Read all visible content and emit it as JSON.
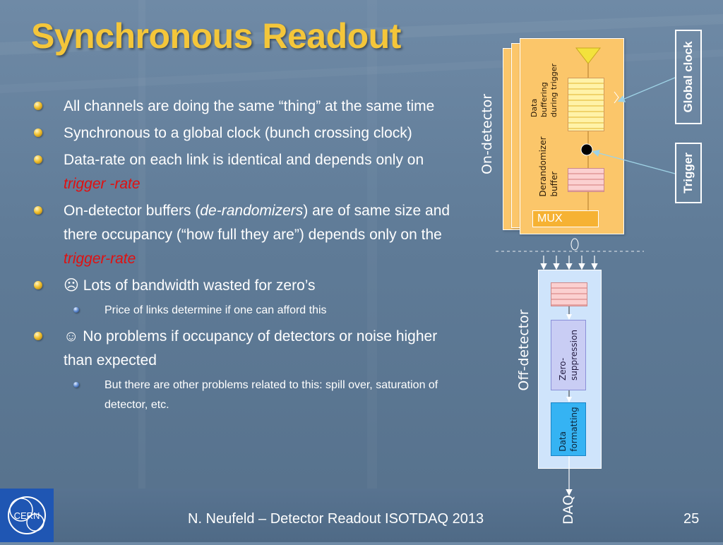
{
  "slide": {
    "title": "Synchronous Readout",
    "bullets": [
      {
        "level": 1,
        "parts": [
          {
            "text": "All channels are doing the same “thing” at the same time"
          }
        ]
      },
      {
        "level": 1,
        "parts": [
          {
            "text": "Synchronous to a global clock (bunch crossing clock)"
          }
        ]
      },
      {
        "level": 1,
        "parts": [
          {
            "text": "Data-rate on each link is identical and depends only on "
          },
          {
            "text": "trigger -rate",
            "style": "red"
          }
        ]
      },
      {
        "level": 1,
        "parts": [
          {
            "text": "On-detector buffers ("
          },
          {
            "text": "de-randomizers",
            "style": "italic"
          },
          {
            "text": ")  are of same size and there occupancy (“how full they are”) depends only on the "
          },
          {
            "text": "trigger-rate",
            "style": "red"
          }
        ]
      },
      {
        "level": 1,
        "parts": [
          {
            "text": "☹ Lots of bandwidth wasted for zero’s"
          }
        ]
      },
      {
        "level": 2,
        "parts": [
          {
            "text": "Price of links determine if one can afford this"
          }
        ]
      },
      {
        "level": 1,
        "parts": [
          {
            "text": "☺ No problems if occupancy of detectors or noise higher than expected"
          }
        ]
      },
      {
        "level": 2,
        "parts": [
          {
            "text": "But there are other problems related to this: spill over, saturation of detector, etc."
          }
        ]
      }
    ],
    "footer_text": "N. Neufeld – Detector Readout ISOTDAQ 2013",
    "page_number": "25",
    "logo_text": "CERN"
  },
  "diagram": {
    "on_detector_label": "On-detector",
    "off_detector_label": "Off-detector",
    "daq_label": "DAQ",
    "global_clock_label": "Global clock",
    "trigger_label": "Trigger",
    "data_buffering_lines": [
      "Data",
      "buffering",
      "during trigger"
    ],
    "derandomizer_lines": [
      "Derandomizer",
      "buffer"
    ],
    "mux_label": "MUX",
    "zero_suppression_lines": [
      "Zero-",
      "suppression"
    ],
    "data_formatting_lines": [
      "Data",
      "formatting"
    ],
    "colors": {
      "card_fill": "#fbc66a",
      "mux_fill": "#f6b233",
      "off_panel_fill": "#cfe4fb",
      "zero_suppression_fill": "#c9cdf4",
      "data_formatting_fill": "#35b3f3",
      "title_color": "#f4c63a",
      "highlight_red": "#e01010"
    }
  }
}
